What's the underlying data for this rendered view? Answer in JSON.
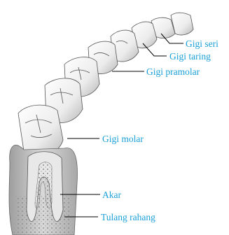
{
  "labels": {
    "gigi_seri": "Gigi seri",
    "gigi_taring": "Gigi taring",
    "gigi_pramolar": "Gigi pramolar",
    "gigi_molar": "Gigi molar",
    "akar": "Akar",
    "tulang_rahang": "Tulang rahang"
  },
  "colors": {
    "label_text": "#1aa0d8",
    "leader_line": "#000000",
    "tooth_fill": "#f2f2f2",
    "tooth_outline": "#555555",
    "bone": "#bdbdbd"
  }
}
